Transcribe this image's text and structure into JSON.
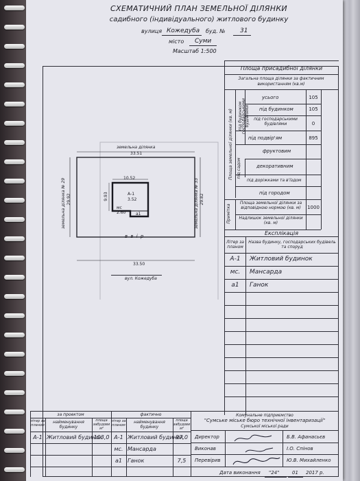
{
  "header": {
    "title_line1": "СХЕМАТИЧНИЙ ПЛАН ЗЕМЕЛЬНОЇ ДІЛЯНКИ",
    "title_line2": "садибного (індивідуального) житлового будинку",
    "street_label": "вулиця",
    "street_value": "Кожедуба",
    "building_label": "буд. №",
    "building_value": "31",
    "city_label": "місто",
    "city_value": "Суми",
    "scale": "Масштаб 1:500"
  },
  "plan": {
    "neighbor_top": "земельна ділянка",
    "width_top": "33.51",
    "width_bottom": "33.50",
    "height_left": "29.92",
    "height_right": "29.82",
    "neighbor_left": "земельна ділянка № 29",
    "neighbor_right": "земельна ділянка № 33",
    "house_width": "10.52",
    "house_height": "9.93",
    "house_label": "А-1",
    "house_floors": "3.52",
    "attic_label": "мс",
    "attic_dim": "2.60",
    "porch_label": "а1",
    "yard_label": "в в і р",
    "street_caption": "вул. Кожедуба"
  },
  "area_table": {
    "header": "Площа присадибної ділянки",
    "total_actual": "Загальна площа ділянки за фактичним використанням (кв.м)",
    "vertical_side": "Площа земельної ділянки (кв. м)",
    "vertical_built": "під будинком господарськими будівлями",
    "vertical_garden": "під садом",
    "vertical_note": "Примітка",
    "rows": [
      {
        "label": "усього",
        "value": "105"
      },
      {
        "label": "під будинком",
        "value": "105"
      },
      {
        "label": "під господарськими будівлями",
        "value": "0"
      },
      {
        "label": "під подвір'ям",
        "value": "895"
      },
      {
        "label": "фруктовим",
        "value": ""
      },
      {
        "label": "декоративним",
        "value": ""
      },
      {
        "label": "під доріжками та в'їздом",
        "value": ""
      },
      {
        "label": "під городом",
        "value": ""
      }
    ],
    "note_rows": [
      {
        "label": "Площа земельної ділянки за відповідною нормою (кв. м)",
        "value": "1000"
      },
      {
        "label": "Надлишок земельної ділянки (кв. м)",
        "value": ""
      }
    ]
  },
  "explication": {
    "title": "Експлікація",
    "col_letter": "Літер за планом",
    "col_name": "Назва будинку, господарських будівель та споруд",
    "rows": [
      {
        "letter": "А-1",
        "name": "Житловий будинок"
      },
      {
        "letter": "мс.",
        "name": "Мансарда"
      },
      {
        "letter": "а1",
        "name": "Ганок"
      }
    ]
  },
  "bottom_table": {
    "by_project": "за проектом",
    "actual": "фактично",
    "col_letter": "літер за планом",
    "col_name": "найменування будинку",
    "col_area": "площа забудови м²",
    "rows_project": [
      {
        "letter": "А-1",
        "name": "Житловий будинок",
        "area": "103,0"
      }
    ],
    "rows_actual": [
      {
        "letter": "А-1",
        "name": "Житловий будинок",
        "area": "97,0"
      },
      {
        "letter": "мс.",
        "name": "Мансарда",
        "area": ""
      },
      {
        "letter": "а1",
        "name": "Ганок",
        "area": "7,5"
      }
    ]
  },
  "stamp": {
    "org_line1": "Комунальне підприємство",
    "org_line2": "\"Сумське міське бюро технічної інвентаризації\"",
    "org_line3": "Сумської міської ради",
    "rows": [
      {
        "role": "Директор",
        "name": "Б.В. Афанасьєв"
      },
      {
        "role": "Виконав",
        "name": "І.О. Спінов"
      },
      {
        "role": "Перевірив",
        "name": "Ю.В. Михайленко"
      }
    ],
    "date_label": "Дата виконання",
    "date_day": "\"24\"",
    "date_month": "01",
    "date_year": "2017 р."
  }
}
